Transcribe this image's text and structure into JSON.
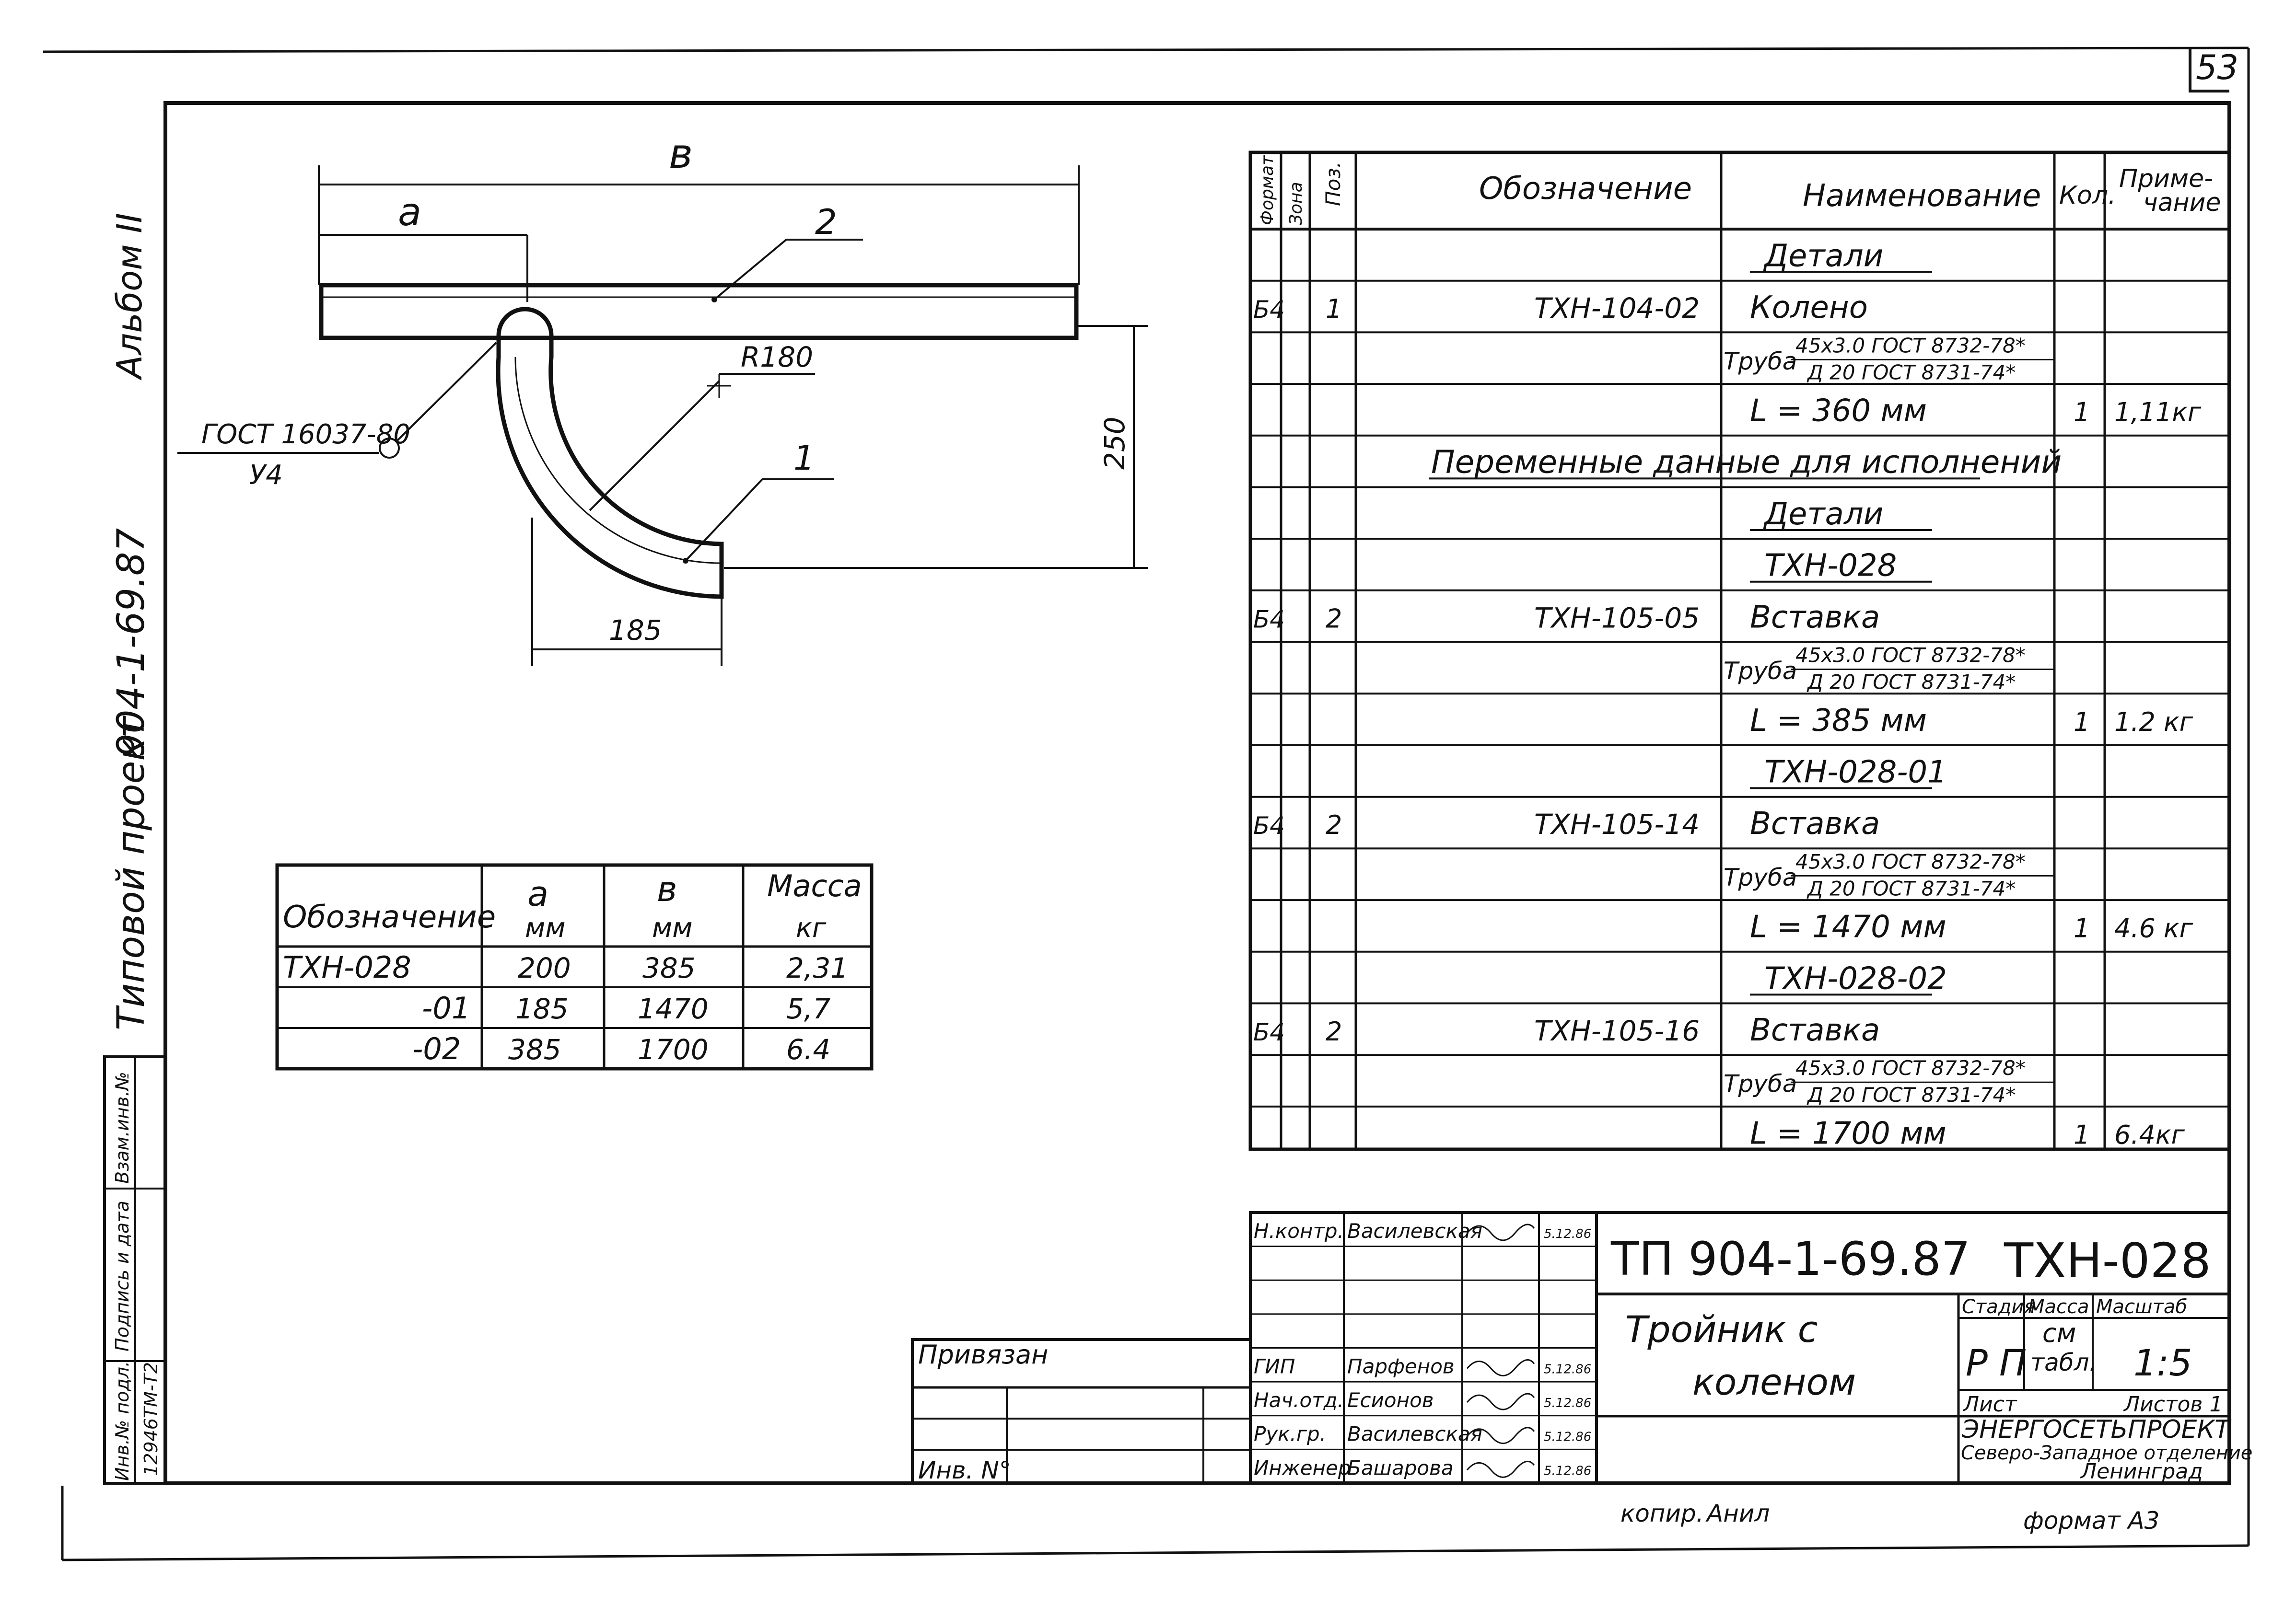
{
  "page_number": "53",
  "side": {
    "album": "Альбом II",
    "project_label": "Типовой проект",
    "project_number": "904-1-69.87"
  },
  "left_stamp": {
    "col1": "Инв.№ подл.",
    "col2": "Подпись и дата",
    "col3": "Взам.инв.№",
    "inv_value": "12946ТМ-Т2"
  },
  "drawing": {
    "dim_b": "в",
    "dim_a": "а",
    "callout_2": "2",
    "callout_1": "1",
    "radius": "R180",
    "dim_250": "250",
    "dim_185": "185",
    "weld_gost": "ГОСТ 16037-80",
    "weld_type": "У4"
  },
  "var_table": {
    "headers": [
      "Обозначение",
      "а",
      "в",
      "Масса"
    ],
    "units": [
      "",
      "мм",
      "мм",
      "кг"
    ],
    "rows": [
      [
        "ТХН-028",
        "200",
        "385",
        "2,31"
      ],
      [
        "-01",
        "185",
        "1470",
        "5,7"
      ],
      [
        "-02",
        "385",
        "1700",
        "6.4"
      ]
    ]
  },
  "spec": {
    "headers": {
      "format": "Формат",
      "zone": "Зона",
      "pos": "Поз.",
      "designation": "Обозначение",
      "name": "Наименование",
      "qty": "Кол.",
      "note1": "Приме-",
      "note2": "чание"
    },
    "rows": [
      {
        "fmt": "",
        "pos": "",
        "des": "",
        "name": "Детали",
        "qty": "",
        "note": "",
        "ul": true
      },
      {
        "fmt": "Б4",
        "pos": "1",
        "des": "ТХН-104-02",
        "name": "Колено",
        "qty": "",
        "note": ""
      },
      {
        "fmt": "",
        "pos": "",
        "des": "",
        "pipe": true,
        "p1": "45х3.0 ГОСТ 8732-78*",
        "p2": "Д 20 ГОСТ 8731-74*",
        "pipe_word": "Труба"
      },
      {
        "fmt": "",
        "pos": "",
        "des": "",
        "name": "L = 360 мм",
        "qty": "1",
        "note": "1,11кг"
      },
      {
        "fmt": "",
        "pos": "",
        "des": "",
        "wide": "Переменные данные   для исполнений"
      },
      {
        "fmt": "",
        "pos": "",
        "des": "",
        "name": "Детали",
        "qty": "",
        "note": "",
        "ul": true
      },
      {
        "fmt": "",
        "pos": "",
        "des": "",
        "name": "ТХН-028",
        "qty": "",
        "note": "",
        "ul": true
      },
      {
        "fmt": "Б4",
        "pos": "2",
        "des": "ТХН-105-05",
        "name": "Вставка",
        "qty": "",
        "note": ""
      },
      {
        "fmt": "",
        "pos": "",
        "des": "",
        "pipe": true,
        "p1": "45х3.0 ГОСТ 8732-78*",
        "p2": "Д 20 ГОСТ 8731-74*",
        "pipe_word": "Труба"
      },
      {
        "fmt": "",
        "pos": "",
        "des": "",
        "name": "L = 385 мм",
        "qty": "1",
        "note": "1.2 кг"
      },
      {
        "fmt": "",
        "pos": "",
        "des": "",
        "name": "ТХН-028-01",
        "qty": "",
        "note": "",
        "ul": true
      },
      {
        "fmt": "Б4",
        "pos": "2",
        "des": "ТХН-105-14",
        "name": "Вставка",
        "qty": "",
        "note": ""
      },
      {
        "fmt": "",
        "pos": "",
        "des": "",
        "pipe": true,
        "p1": "45х3.0 ГОСТ 8732-78*",
        "p2": "Д 20 ГОСТ 8731-74*",
        "pipe_word": "Труба"
      },
      {
        "fmt": "",
        "pos": "",
        "des": "",
        "name": "L = 1470 мм",
        "qty": "1",
        "note": "4.6 кг"
      },
      {
        "fmt": "",
        "pos": "",
        "des": "",
        "name": "ТХН-028-02",
        "qty": "",
        "note": "",
        "ul": true
      },
      {
        "fmt": "Б4",
        "pos": "2",
        "des": "ТХН-105-16",
        "name": "Вставка",
        "qty": "",
        "note": ""
      },
      {
        "fmt": "",
        "pos": "",
        "des": "",
        "pipe": true,
        "p1": "45х3.0 ГОСТ 8732-78*",
        "p2": "Д 20 ГОСТ 8731-74*",
        "pipe_word": "Труба"
      },
      {
        "fmt": "",
        "pos": "",
        "des": "",
        "name": "L = 1700 мм",
        "qty": "1",
        "note": "6.4кг"
      }
    ]
  },
  "title_block": {
    "privyazan": "Привязан",
    "inv_no": "Инв. N°",
    "signers": [
      {
        "role": "Н.контр.",
        "name": "Василевская",
        "date": "5.12.86"
      },
      {
        "role": "",
        "name": "",
        "date": ""
      },
      {
        "role": "",
        "name": "",
        "date": ""
      },
      {
        "role": "",
        "name": "",
        "date": ""
      },
      {
        "role": "ГИП",
        "name": "Парфенов",
        "date": "5.12.86"
      },
      {
        "role": "Нач.отд.",
        "name": "Есионов",
        "date": "5.12.86"
      },
      {
        "role": "Рук.гр.",
        "name": "Василевская",
        "date": "5.12.86"
      },
      {
        "role": "Инженер",
        "name": "Башарова",
        "date": "5.12.86"
      }
    ],
    "project_code": "ТП 904-1-69.87",
    "doc_code": "ТХН-028",
    "title_l1": "Тройник  с",
    "title_l2": "коленом",
    "stage_h": "Стадия",
    "mass_h": "Масса",
    "scale_h": "Масштаб",
    "stage": "Р П",
    "mass_l1": "см",
    "mass_l2": "табл.",
    "scale": "1:5",
    "sheet_h": "Лист",
    "sheets_h": "Листов 1",
    "org1": "ЭНЕРГОСЕТЬПРОЕКТ",
    "org2": "Северо-Западное отделение",
    "org3": "Ленинград"
  },
  "footer": {
    "copied": "копир.",
    "copier": "Анил",
    "format": "формат А3"
  }
}
